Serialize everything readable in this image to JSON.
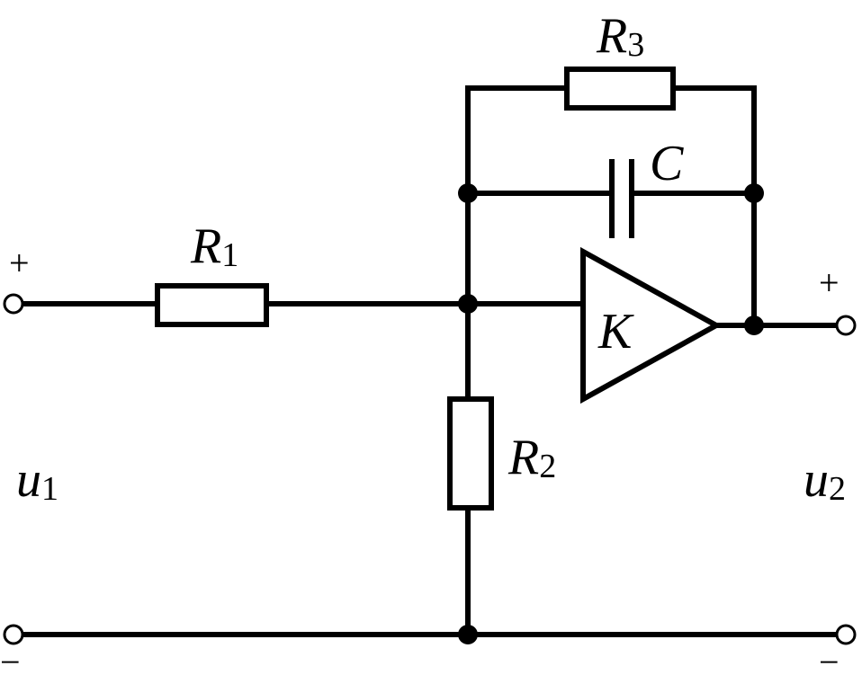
{
  "labels": {
    "r1": {
      "main": "R",
      "sub": "1"
    },
    "r2": {
      "main": "R",
      "sub": "2"
    },
    "r3": {
      "main": "R",
      "sub": "3"
    },
    "c": "C",
    "k": "K",
    "u1": {
      "main": "u",
      "sub": "1"
    },
    "u2": {
      "main": "u",
      "sub": "2"
    }
  },
  "signs": {
    "input_plus": "+",
    "output_plus": "+",
    "input_minus": "−",
    "output_minus": "−"
  }
}
